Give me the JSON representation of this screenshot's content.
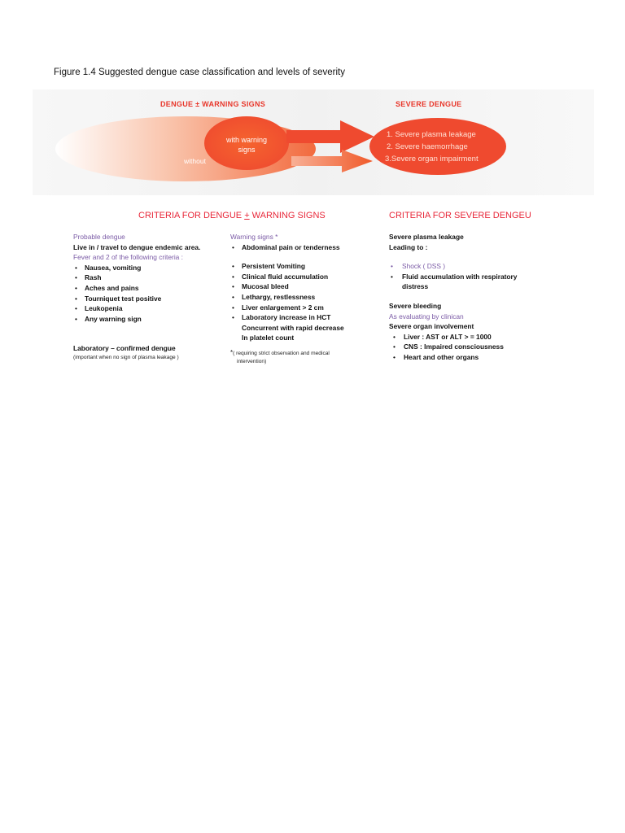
{
  "figure_title": "Figure 1.4 Suggested dengue case classification and levels of severity",
  "diagram": {
    "left_header": "DENGUE ± WARNING SIGNS",
    "right_header": "SEVERE DENGUE",
    "inner_label_line1": "with warning",
    "inner_label_line2": "signs",
    "outer_label": "without",
    "severe_items": [
      "1. Severe plasma leakage",
      "2. Severe haemorrhage",
      "3.Severe organ impairment"
    ],
    "colors": {
      "red": "#ef4a2f",
      "light_red": "#f7a58a",
      "header_red": "#e8362a"
    }
  },
  "criteria_left": {
    "heading_prefix": "CRITERIA FOR DENGUE ",
    "heading_underlined": "+",
    "heading_suffix": " WARNING SIGNS"
  },
  "criteria_right": {
    "heading": "CRITERIA FOR SEVERE DENGEU"
  },
  "col1": {
    "probable": "Probable dengue",
    "live_in": "Live in / travel to dengue  endemic area.",
    "fever": "Fever and  2 of the following criteria :",
    "items": [
      "Nausea, vomiting",
      "Rash",
      "Aches and pains",
      "Tourniquet test positive",
      "Leukopenia",
      "Any warning sign"
    ],
    "lab_title": "Laboratory – confirmed dengue",
    "lab_note": "(important when no sign of plasma leakage )"
  },
  "col2": {
    "warning_signs": "Warning signs *",
    "items": [
      "Abdominal pain or tenderness",
      "Persistent Vomiting",
      " Clinical fluid accumulation",
      "Mucosal bleed",
      "Lethargy, restlessness",
      "Liver enlargement  > 2 cm",
      "Laboratory increase  in HCT"
    ],
    "hct_line2": "Concurrent with rapid decrease",
    "hct_line3": "In platelet count",
    "note_star": "*",
    "note_line1": "( requiring strict observation and medical",
    "note_line2": "intervention)"
  },
  "col3": {
    "plasma": "Severe plasma leakage",
    "leading": "Leading to :",
    "shock": "Shock ( DSS )",
    "fluid_line1": "Fluid accumulation with respiratory",
    "fluid_line2": "distress",
    "bleeding": "Severe bleeding",
    "evaluating": "As evaluating by clinican",
    "organ": "Severe organ involvement",
    "organ_items": [
      "Liver : AST or ALT > = 1000",
      "CNS : Impaired consciousness",
      "Heart and other organs"
    ]
  }
}
